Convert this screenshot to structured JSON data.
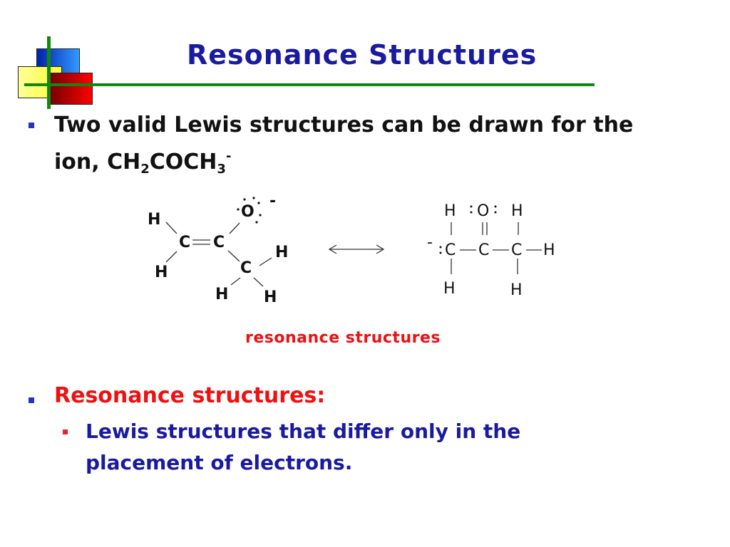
{
  "slide": {
    "title": "Resonance Structures",
    "bullets": [
      {
        "text_prefix": "Two valid Lewis structures can be drawn for the ion, ",
        "formula": {
          "p1": "CH",
          "s1": "2",
          "p2": "COCH",
          "s2": "3",
          "charge": "-"
        }
      },
      {
        "heading": "Resonance structures:",
        "sub_bullets": [
          "Lewis structures that differ only in the placement of electrons."
        ]
      }
    ],
    "diagram_caption": "resonance structures",
    "structure_left": {
      "atoms": [
        "H",
        "H",
        "C",
        "C",
        "O",
        "C",
        "H",
        "H",
        "H"
      ],
      "charge": "-"
    },
    "structure_right": {
      "atoms": [
        "H",
        "O",
        "H",
        "C",
        "C",
        "C",
        "H",
        "H",
        "H"
      ],
      "charge": "-"
    },
    "resonance_arrow": "double-headed-arrow",
    "colors": {
      "title": "#1a1aa0",
      "accent_line": "#118811",
      "highlight": "#ee1111",
      "bullet_primary": "#2233cc",
      "bullet_secondary": "#ee2222"
    }
  }
}
